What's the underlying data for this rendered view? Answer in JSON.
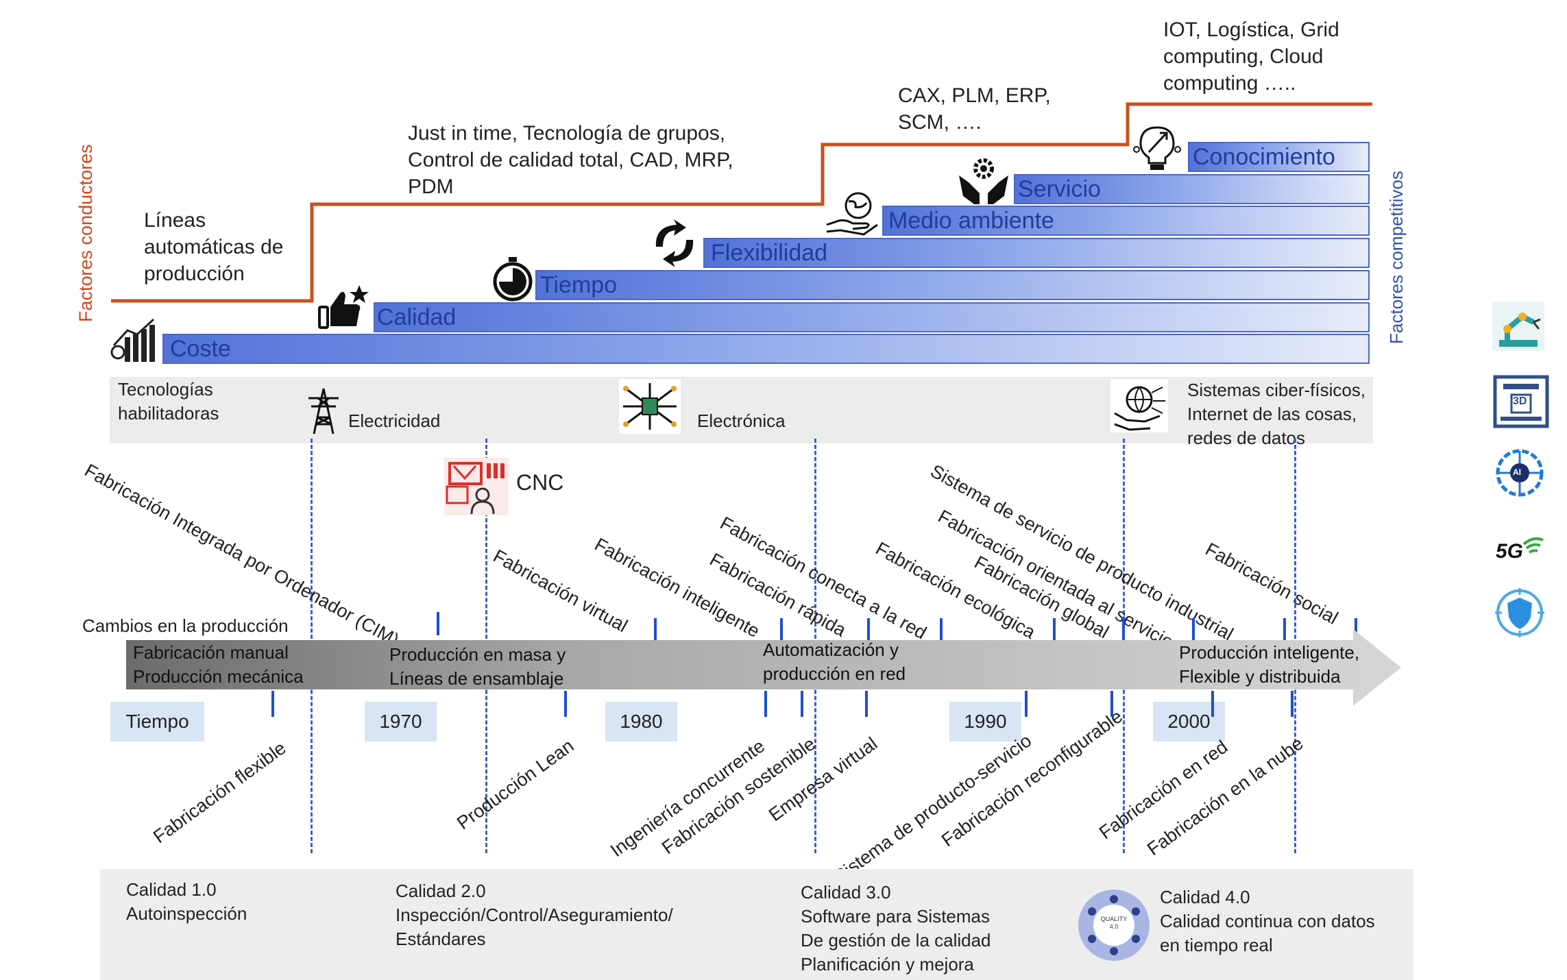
{
  "drivers_axis_label": "Factores conductores",
  "competitive_axis_label": "Factores competitivos",
  "drivers": [
    "Líneas\nautomáticas de\nproducción",
    "Just in time, Tecnología de grupos,\nControl de calidad total, CAD, MRP,\nPDM",
    "CAX, PLM, ERP,\nSCM, ….",
    "IOT, Logística, Grid\ncomputing, Cloud\ncomputing ….."
  ],
  "competitive_factors": [
    "Coste",
    "Calidad",
    "Tiempo",
    "Flexibilidad",
    "Medio ambiente",
    "Servicio",
    "Conocimiento"
  ],
  "enabling_tech": {
    "label": "Tecnologías\nhabilitadoras",
    "items": [
      "Electricidad",
      "Electrónica",
      "Sistemas ciber-físicos,\nInternet de las cosas,\nredes de datos"
    ]
  },
  "cnc_label": "CNC",
  "upper_terms": [
    "Fabricación Integrada por Ordenador (CIM)",
    "Fabricación virtual",
    "Fabricación inteligente",
    "Fabricación rápida",
    "Fabricación conecta a la red",
    "Fabricación ecológica",
    "Fabricación global",
    "Fabricación orientada al servicio",
    "Sistema de servicio de producto industrial",
    "Fabricación social"
  ],
  "production_changes": {
    "label": "Cambios en la producción",
    "stages": [
      "Fabricación manual\nProducción mecánica",
      "Producción en masa y\nLíneas de ensamblaje",
      "Automatización y\nproducción en red",
      "Producción inteligente,\nFlexible y distribuida"
    ]
  },
  "time": {
    "label": "Tiempo",
    "years": [
      "1970",
      "1980",
      "1990",
      "2000"
    ]
  },
  "lower_terms": [
    "Fabricación flexible",
    "Producción Lean",
    "Ingeniería concurrente",
    "Fabricación sostenible",
    "Empresa virtual",
    "Sistema de producto-servicio",
    "Fabricación reconfigurable",
    "Fabricación en red",
    "Fabricación en la nube"
  ],
  "quality": [
    "Calidad 1.0\nAutoinspección",
    "Calidad 2.0\nInspección/Control/Aseguramiento/\nEstándares",
    "Calidad 3.0\nSoftware para Sistemas\nDe gestión de la calidad\nPlanificación y mejora",
    "Calidad 4.0\nCalidad continua con datos\nen tiempo real"
  ],
  "quality_badge": "QUALITY\n4.0",
  "side_icons": [
    "robot-arm-icon",
    "3d-printer-icon",
    "ai-brain-icon",
    "5g-icon",
    "security-shield-icon"
  ],
  "side_icon_text": {
    "printer": "3D",
    "fiveg": "5G",
    "ai": "AI"
  },
  "colors": {
    "driver_line": "#c9501c",
    "step_border": "#4b66c9",
    "step_label": "#1f3e9a",
    "axis_blue": "#1d4fd1"
  }
}
